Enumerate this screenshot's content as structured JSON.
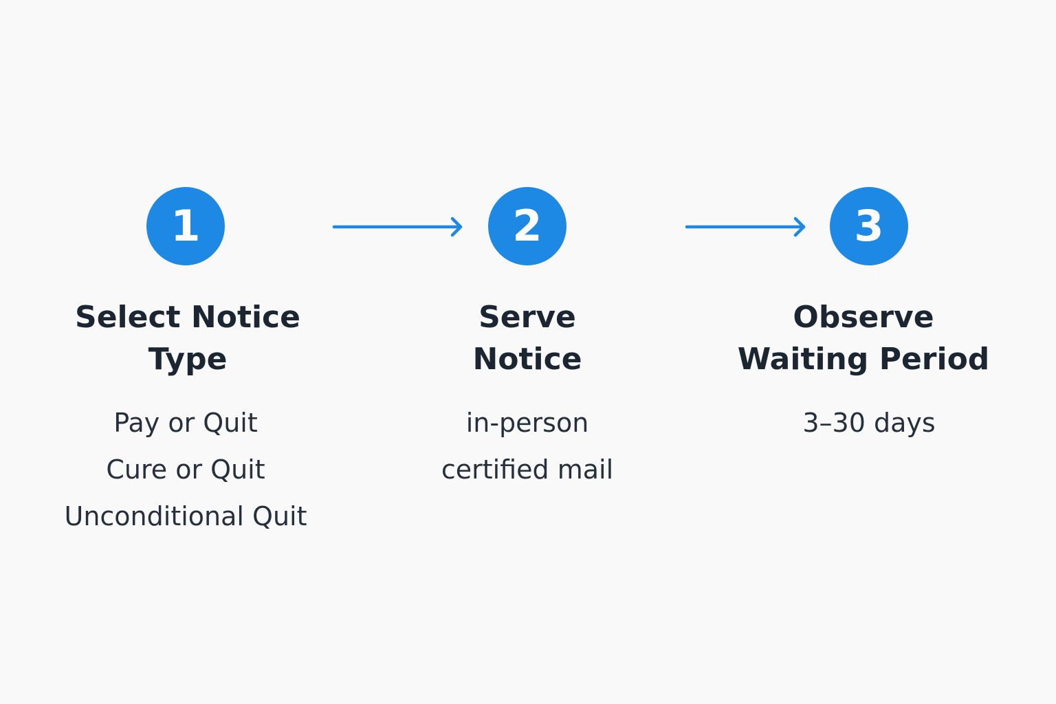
{
  "colors": {
    "accent": "#1e88e5",
    "text": "#1c2633",
    "background": "#f9f9f9"
  },
  "steps": [
    {
      "number": "1",
      "title": "Select Notice\nType",
      "details": [
        "Pay or Quit",
        "Cure or Quit",
        "Unconditional Quit"
      ]
    },
    {
      "number": "2",
      "title": "Serve\nNotice",
      "details": [
        "in-person",
        "certified mail"
      ]
    },
    {
      "number": "3",
      "title": "Observe\nWaiting Period",
      "details": [
        "3–30 days"
      ]
    }
  ]
}
